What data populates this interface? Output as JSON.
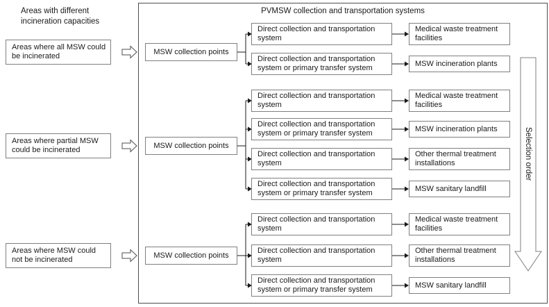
{
  "title": "PVMSW collection and transportation systems",
  "left_heading": "Areas with different incineration capacities",
  "collection_points_label": "MSW collection points",
  "selection_order_label": "Selection order",
  "groups": [
    {
      "area": "Areas where all MSW could be incinerated",
      "rows": [
        {
          "system": "Direct collection and transportation system",
          "destination": "Medical waste treatment facilities"
        },
        {
          "system": "Direct collection and transportation system or primary transfer system",
          "destination": "MSW incineration plants"
        }
      ]
    },
    {
      "area": "Areas where partial MSW could be incinerated",
      "rows": [
        {
          "system": "Direct collection and transportation system",
          "destination": "Medical waste treatment facilities"
        },
        {
          "system": "Direct collection and transportation system or primary transfer system",
          "destination": "MSW incineration plants"
        },
        {
          "system": "Direct collection and transportation system",
          "destination": "Other thermal treatment installations"
        },
        {
          "system": "Direct collection and transportation system or primary transfer system",
          "destination": "MSW sanitary landfill"
        }
      ]
    },
    {
      "area": "Areas where MSW could not be incinerated",
      "rows": [
        {
          "system": "Direct collection and transportation system",
          "destination": "Medical waste treatment facilities"
        },
        {
          "system": "Direct collection and transportation system",
          "destination": "Other thermal treatment installations"
        },
        {
          "system": "Direct collection and transportation system or primary transfer system",
          "destination": "MSW sanitary landfill"
        }
      ]
    }
  ],
  "colors": {
    "background": "#ffffff",
    "box_border": "#7f7f7f",
    "frame_border": "#4d4d4d",
    "line": "#1a1a1a",
    "text": "#1a1a1a"
  }
}
